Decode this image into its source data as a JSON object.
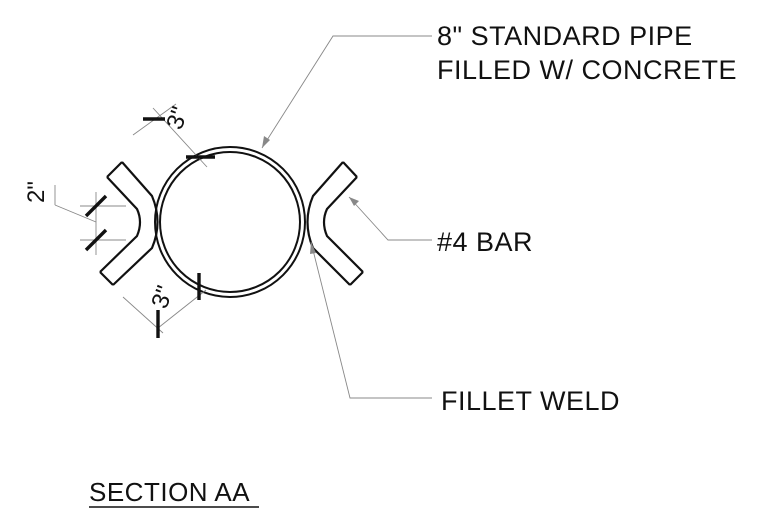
{
  "callouts": {
    "pipe_line1": "8\" STANDARD PIPE",
    "pipe_line2": "FILLED W/ CONCRETE",
    "bar": "#4 BAR",
    "weld": "FILLET WELD"
  },
  "dimensions": {
    "top": "3\"",
    "left": "2\"",
    "bottom": "3\""
  },
  "section_title": "SECTION AA"
}
